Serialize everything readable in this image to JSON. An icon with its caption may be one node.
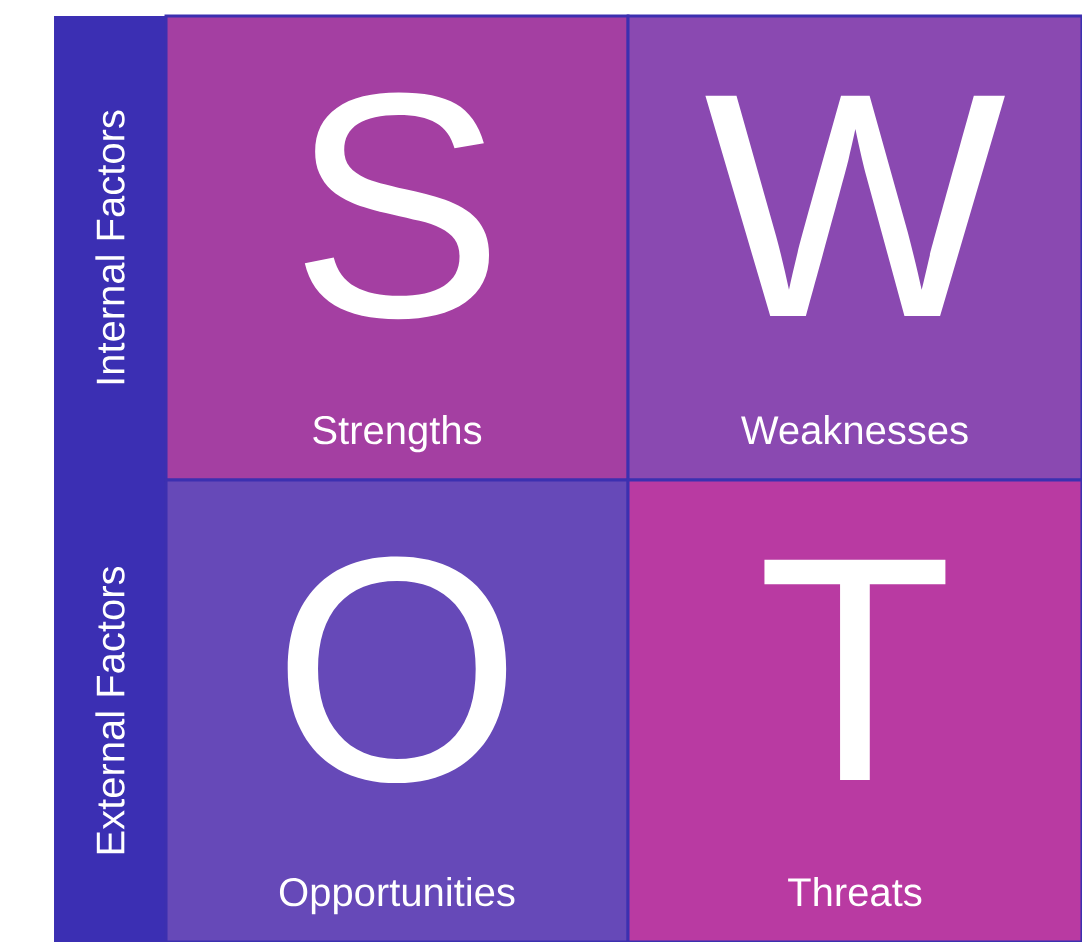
{
  "diagram": {
    "nodes": [
      {
        "text": [
          "Internal Factors"
        ]
      },
      {
        "text": [
          "External Factors"
        ]
      },
      {
        "text": [
          "S",
          "Strengths"
        ]
      },
      {
        "text": [
          "W",
          "Weaknesses"
        ]
      },
      {
        "text": [
          "O",
          "Opportunities"
        ]
      },
      {
        "text": [
          "T",
          "Threats"
        ]
      }
    ]
  }
}
